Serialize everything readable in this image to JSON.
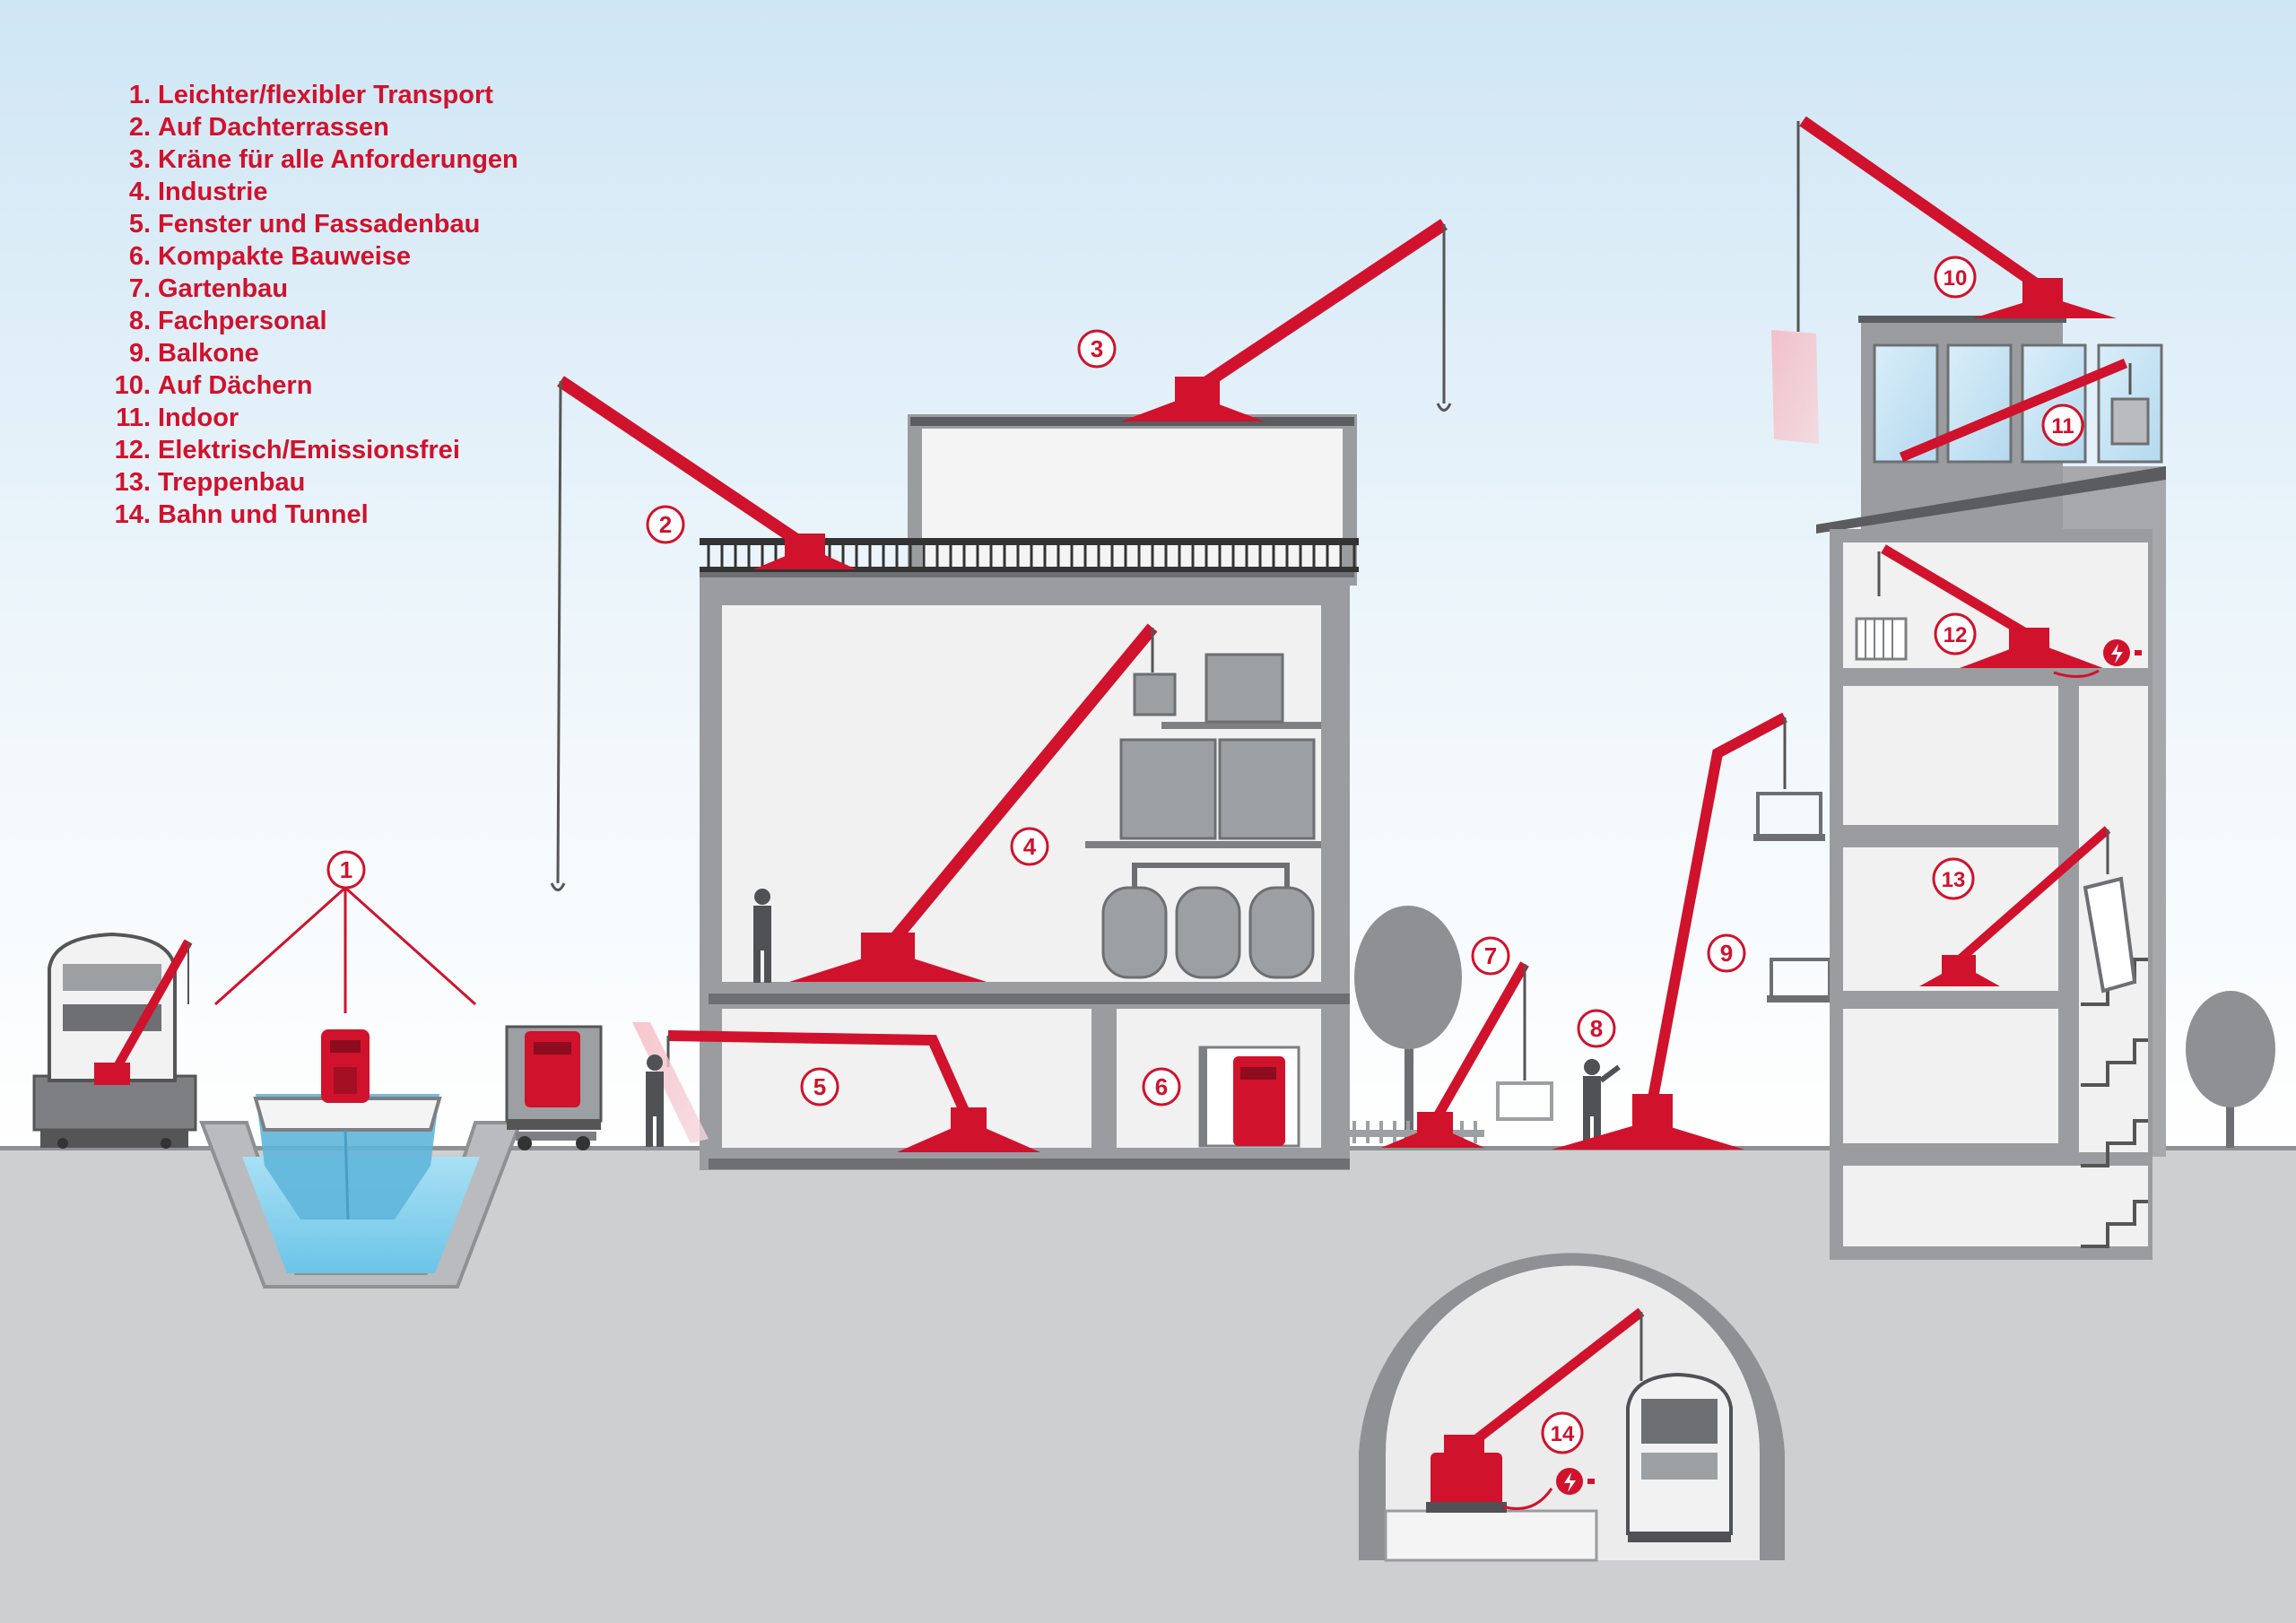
{
  "colors": {
    "accent": "#d0122c",
    "sky_top": "#cfe6f5",
    "ground": "#cdcfd1",
    "building_wall": "#9a9c9f",
    "interior": "#f1f1f1",
    "water": "#8fd3ef"
  },
  "legend": [
    {
      "num": "1.",
      "label": "Leichter/flexibler Transport"
    },
    {
      "num": "2.",
      "label": "Auf Dachterrassen"
    },
    {
      "num": "3.",
      "label": "Kräne für alle Anforderungen"
    },
    {
      "num": "4.",
      "label": "Industrie"
    },
    {
      "num": "5.",
      "label": "Fenster und Fassadenbau"
    },
    {
      "num": "6.",
      "label": "Kompakte Bauweise"
    },
    {
      "num": "7.",
      "label": "Gartenbau"
    },
    {
      "num": "8.",
      "label": "Fachpersonal"
    },
    {
      "num": "9.",
      "label": "Balkone"
    },
    {
      "num": "10.",
      "label": "Auf Dächern"
    },
    {
      "num": "11.",
      "label": "Indoor"
    },
    {
      "num": "12.",
      "label": "Elektrisch/Emissionsfrei"
    },
    {
      "num": "13.",
      "label": "Treppenbau"
    },
    {
      "num": "14.",
      "label": "Bahn und Tunnel"
    }
  ],
  "markers": [
    "1",
    "2",
    "3",
    "4",
    "5",
    "6",
    "7",
    "8",
    "9",
    "10",
    "11",
    "12",
    "13",
    "14"
  ],
  "icons": [
    "crane-icon",
    "train-icon",
    "boat-icon",
    "truck-icon",
    "worker-icon",
    "tree-icon",
    "tram-icon",
    "lightning-plug-icon",
    "crate-icon",
    "tank-icon",
    "window-pane-icon",
    "radiator-icon",
    "stair-element-icon",
    "balcony-icon"
  ]
}
